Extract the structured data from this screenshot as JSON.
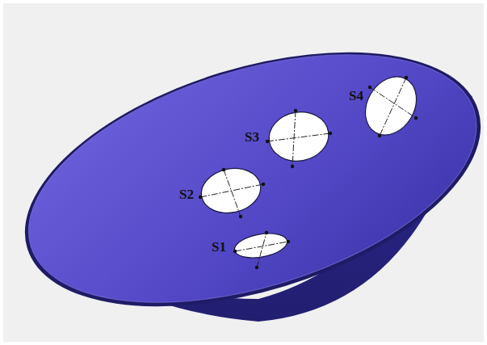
{
  "diagram": {
    "labels": [
      "S4",
      "S3",
      "S2",
      "S1"
    ]
  }
}
